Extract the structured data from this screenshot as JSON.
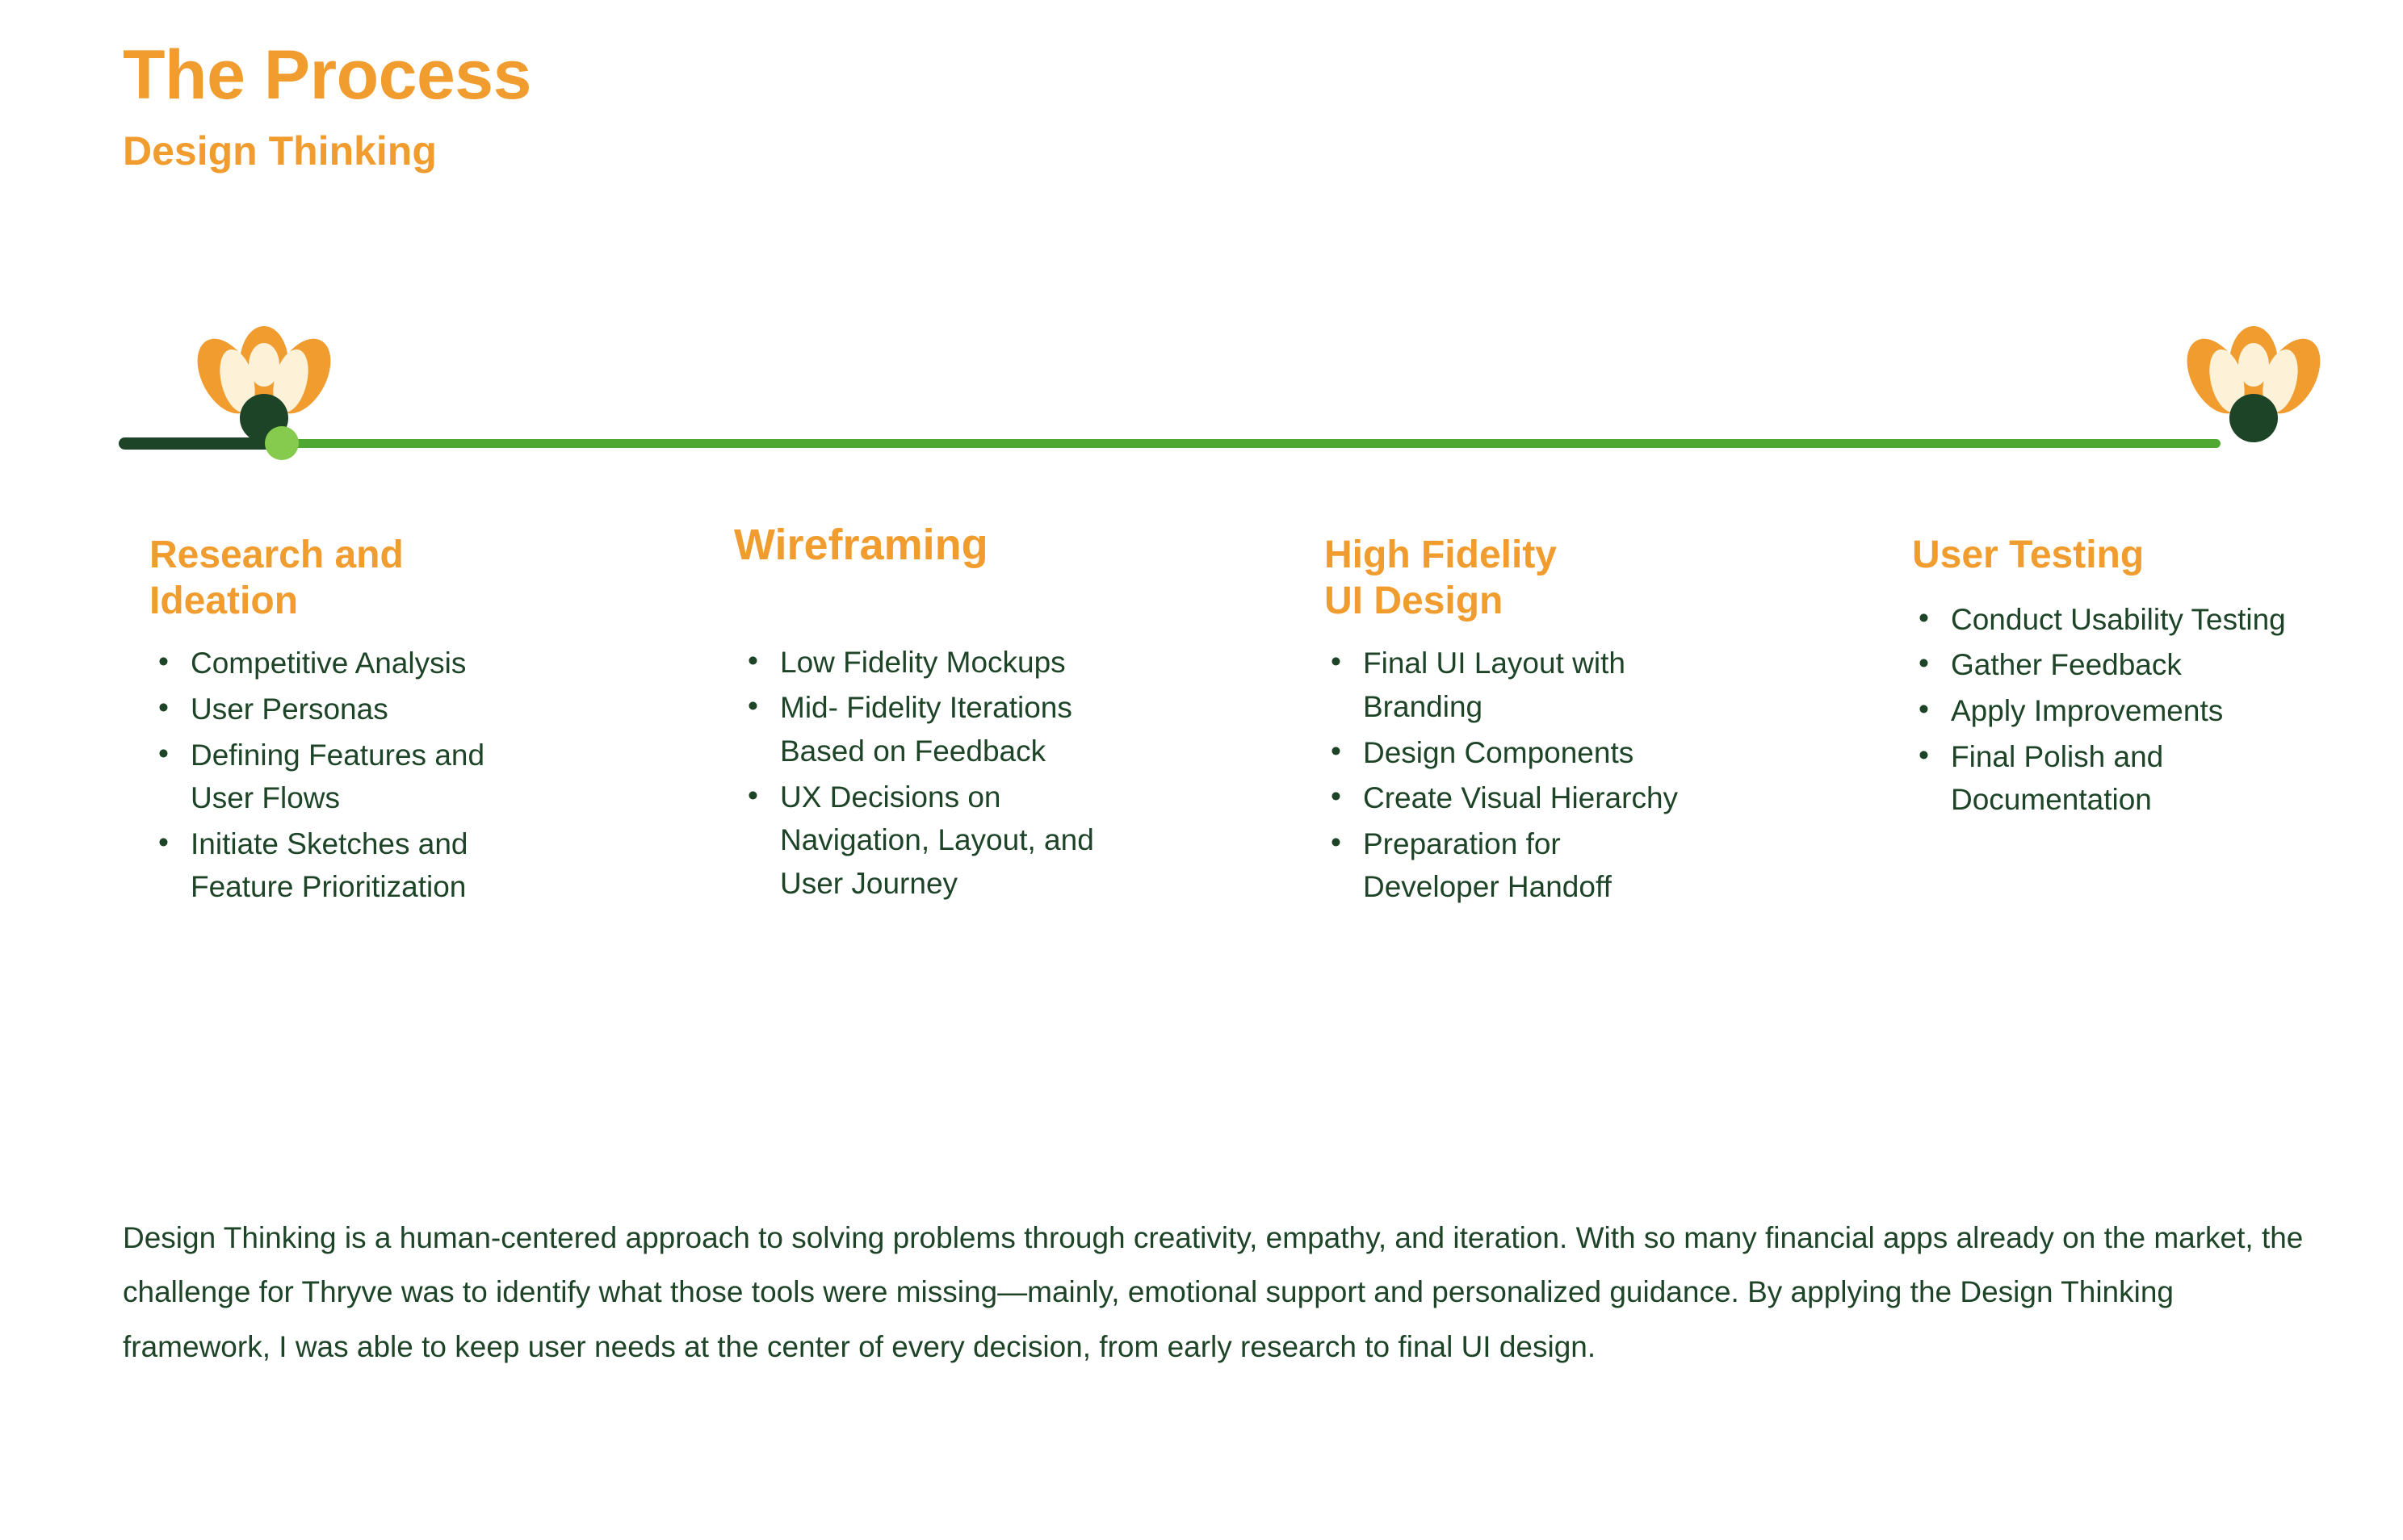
{
  "header": {
    "title": "The Process",
    "subtitle": "Design Thinking"
  },
  "timeline": {
    "line_dark_color": "#1E4428",
    "line_light_color": "#4FA832",
    "dot_color": "#87CB4E",
    "flower_petal_outer_color": "#F09C2E",
    "flower_petal_inner_color": "#FDF1D7",
    "flower_base_color": "#1E4428",
    "flowers": [
      "flower-left",
      "flower-right"
    ]
  },
  "colors": {
    "accent_orange": "#F09C2E",
    "text_green": "#1E4428",
    "light_green": "#87CB4E",
    "mid_green": "#4FA832",
    "cream": "#FDF1D7",
    "background": "#FFFFFF"
  },
  "stages": [
    {
      "title": "Research and\nIdeation",
      "items": [
        "Competitive Analysis",
        "User Personas",
        "Defining Features and User Flows",
        "Initiate Sketches and Feature Prioritization"
      ]
    },
    {
      "title": "Wireframing",
      "items": [
        "Low Fidelity Mockups",
        "Mid- Fidelity Iterations Based on Feedback",
        "UX Decisions on Navigation, Layout, and User Journey"
      ]
    },
    {
      "title": "High Fidelity\nUI Design",
      "items": [
        "Final UI Layout with Branding",
        "Design Components",
        "Create Visual Hierarchy",
        "Preparation for Developer Handoff"
      ]
    },
    {
      "title": "User Testing",
      "items": [
        "Conduct Usability Testing",
        "Gather Feedback",
        "Apply Improvements",
        "Final Polish and Documentation"
      ]
    }
  ],
  "summary": "Design Thinking is a human-centered approach to solving problems through creativity, empathy, and iteration. With so many financial apps already on the market, the challenge for Thryve was to identify what those tools were missing—mainly, emotional support and personalized guidance. By applying the Design Thinking framework, I was able to keep user needs at the center of every decision, from early research to final UI design."
}
